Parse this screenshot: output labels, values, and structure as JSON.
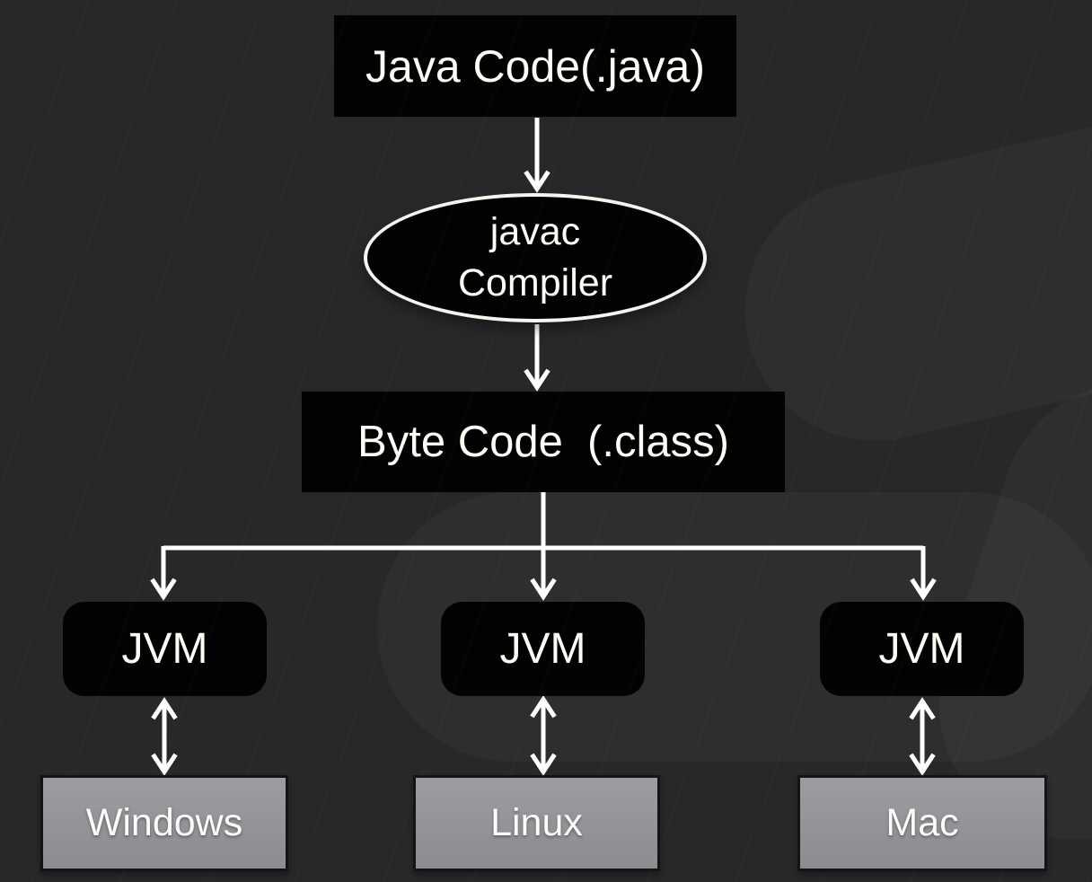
{
  "diagram": {
    "description": "Java compilation and platform-independence flowchart",
    "nodes": {
      "java_code": {
        "label": "Java Code(.java)"
      },
      "javac_compiler": {
        "line1": "javac",
        "line2": "Compiler"
      },
      "byte_code": {
        "label": "Byte Code  (.class)"
      },
      "jvm_left": {
        "label": "JVM"
      },
      "jvm_center": {
        "label": "JVM"
      },
      "jvm_right": {
        "label": "JVM"
      },
      "os_windows": {
        "label": "Windows"
      },
      "os_linux": {
        "label": "Linux"
      },
      "os_mac": {
        "label": "Mac"
      }
    },
    "edges": [
      {
        "from": "java_code",
        "to": "javac_compiler",
        "direction": "down"
      },
      {
        "from": "javac_compiler",
        "to": "byte_code",
        "direction": "down"
      },
      {
        "from": "byte_code",
        "to": "jvm_left",
        "direction": "branch-down"
      },
      {
        "from": "byte_code",
        "to": "jvm_center",
        "direction": "branch-down"
      },
      {
        "from": "byte_code",
        "to": "jvm_right",
        "direction": "branch-down"
      },
      {
        "from": "jvm_left",
        "to": "os_windows",
        "direction": "bidirectional"
      },
      {
        "from": "jvm_center",
        "to": "os_linux",
        "direction": "bidirectional"
      },
      {
        "from": "jvm_right",
        "to": "os_mac",
        "direction": "bidirectional"
      }
    ],
    "colors": {
      "background": "#28282a",
      "node_fill": "#020202",
      "node_text": "#fdfdf6",
      "os_fill": "#939397",
      "os_border": "#141414",
      "arrow": "#ffffff",
      "ellipse_border": "#f5f5f0"
    }
  }
}
